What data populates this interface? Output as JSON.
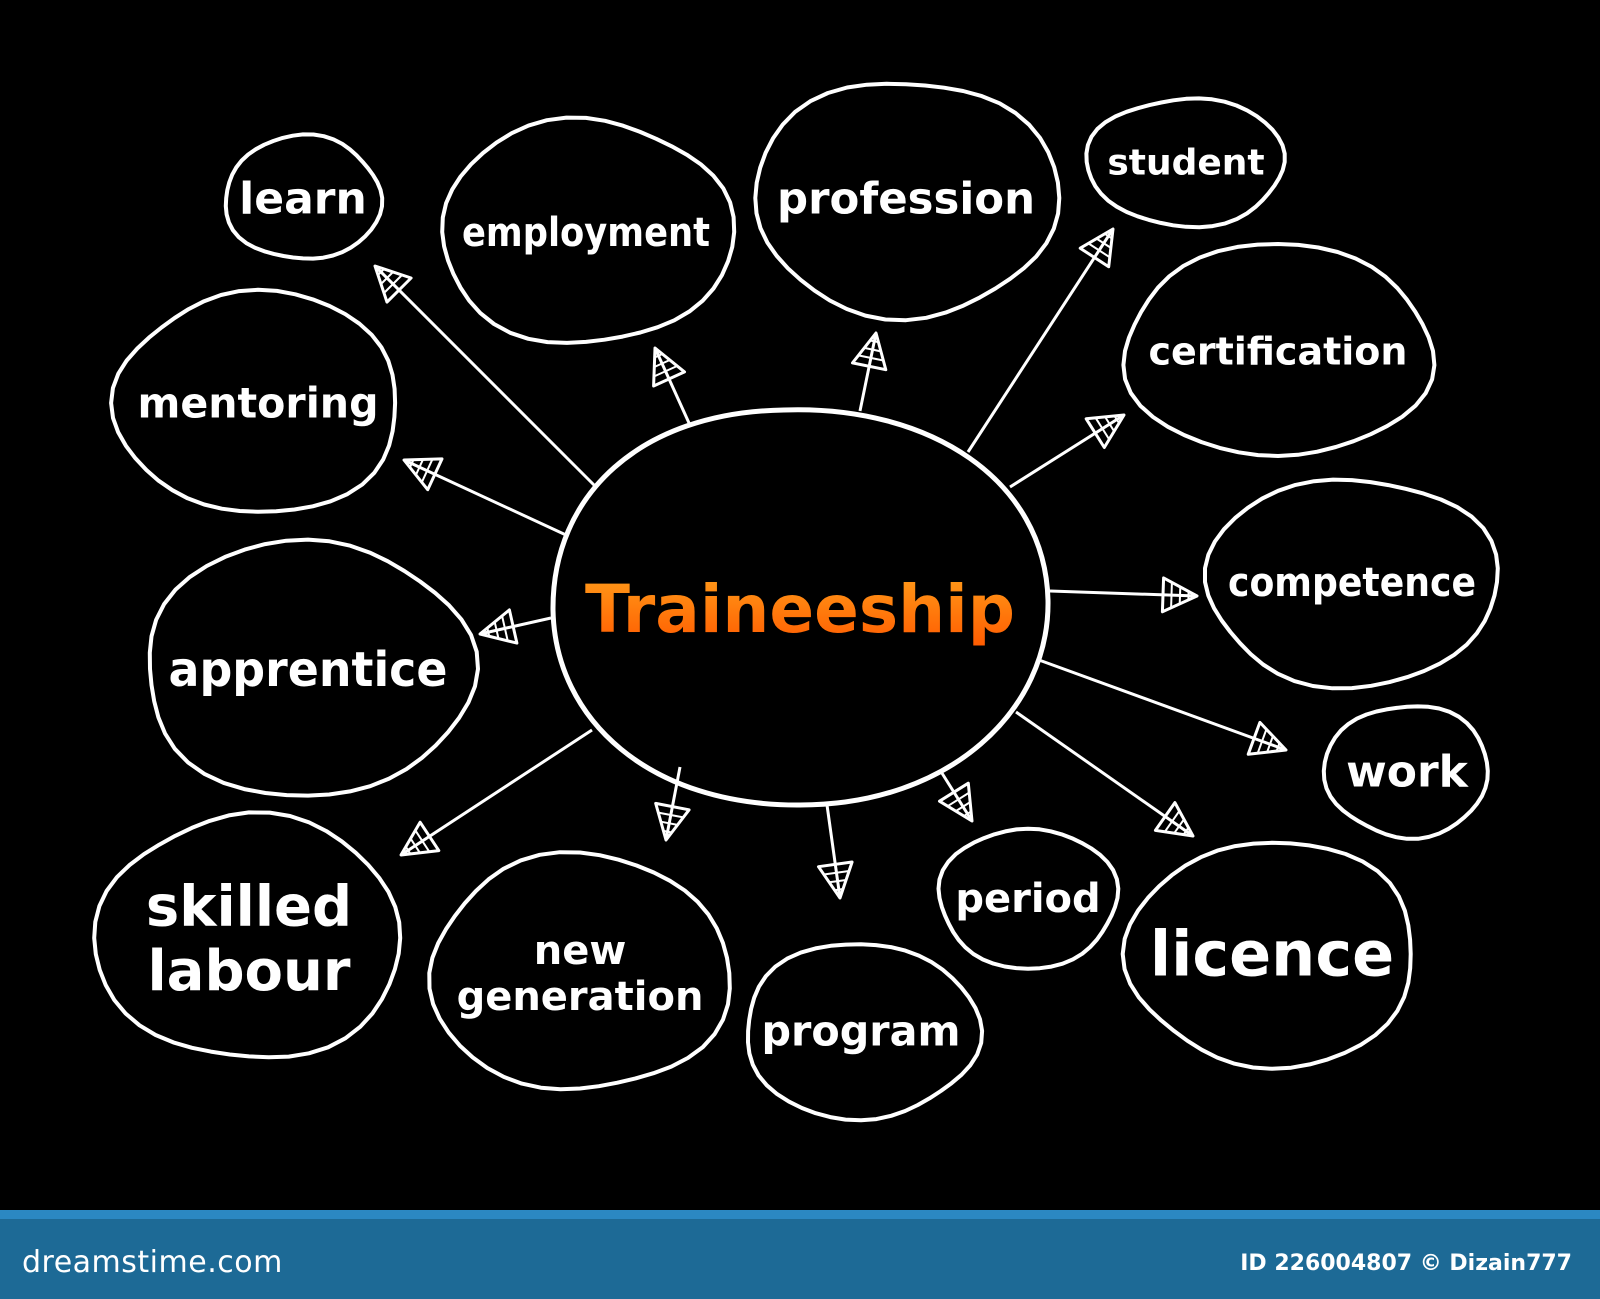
{
  "diagram": {
    "center": {
      "label": "Traineeship"
    },
    "nodes": [
      {
        "id": "learn",
        "lines": [
          "learn"
        ]
      },
      {
        "id": "employment",
        "lines": [
          "employment"
        ]
      },
      {
        "id": "profession",
        "lines": [
          "profession"
        ]
      },
      {
        "id": "student",
        "lines": [
          "student"
        ]
      },
      {
        "id": "mentoring",
        "lines": [
          "mentoring"
        ]
      },
      {
        "id": "certification",
        "lines": [
          "certification"
        ]
      },
      {
        "id": "apprentice",
        "lines": [
          "apprentice"
        ]
      },
      {
        "id": "competence",
        "lines": [
          "competence"
        ]
      },
      {
        "id": "work",
        "lines": [
          "work"
        ]
      },
      {
        "id": "skilled-labour",
        "lines": [
          "skilled",
          "labour"
        ]
      },
      {
        "id": "new-generation",
        "lines": [
          "new",
          "generation"
        ]
      },
      {
        "id": "program",
        "lines": [
          "program"
        ]
      },
      {
        "id": "period",
        "lines": [
          "period"
        ]
      },
      {
        "id": "licence",
        "lines": [
          "licence"
        ]
      }
    ],
    "colors": {
      "background": "#000000",
      "stroke": "#ffffff",
      "center_gradient_top": "#ff9d1a",
      "center_gradient_bottom": "#ff5a00"
    }
  },
  "footer": {
    "brand": "dreamstime.com",
    "meta": "ID 226004807 © Dizain777"
  }
}
